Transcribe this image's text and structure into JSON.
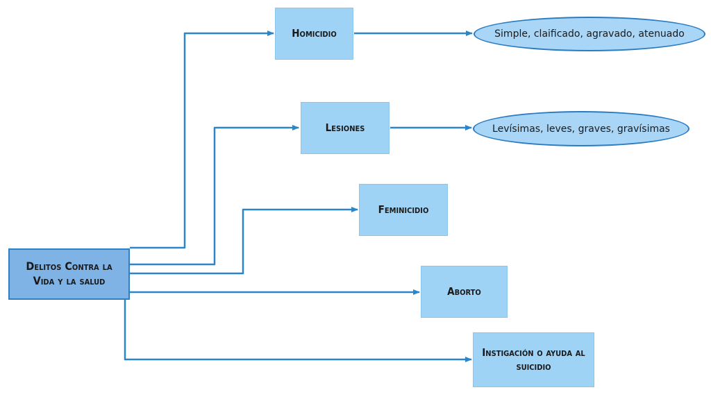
{
  "colors": {
    "line": "#2a86c8",
    "box_fill": "#9fd3f6",
    "root_fill": "#7fb3e6",
    "ellipse_fill": "#a9d6f7"
  },
  "root": {
    "label": "Delitos Contra la Vida  y la salud"
  },
  "categories": [
    {
      "id": "homicidio",
      "label": "Homicidio"
    },
    {
      "id": "lesiones",
      "label": "Lesiones"
    },
    {
      "id": "feminicidio",
      "label": "Feminicidio"
    },
    {
      "id": "aborto",
      "label": "Aborto"
    },
    {
      "id": "instigacion",
      "label": "Instigación o ayuda al  suicidio"
    }
  ],
  "details": [
    {
      "id": "homicidio-types",
      "label": "Simple, claificado, agravado, atenuado"
    },
    {
      "id": "lesiones-types",
      "label": "Levísimas, leves, graves, gravísimas"
    }
  ]
}
